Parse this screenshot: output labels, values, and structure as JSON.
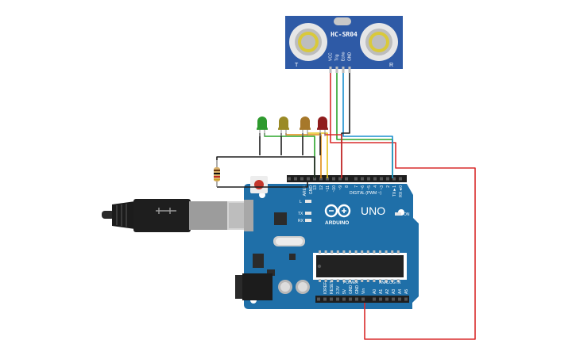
{
  "sensor": {
    "model": "HC-SR04",
    "pin_labels": [
      "VCC",
      "Trig",
      "Echo",
      "GND"
    ],
    "left_mark": "T",
    "right_mark": "R",
    "board_color": "#2e5aa6"
  },
  "leds": [
    {
      "color": "#2e9a2e"
    },
    {
      "color": "#9a8a26"
    },
    {
      "color": "#a6782a"
    },
    {
      "color": "#8f1c1c"
    }
  ],
  "arduino": {
    "board_color": "#1f6fa8",
    "brand": "ARDUINO",
    "model": "UNO",
    "on_label": "ON",
    "l_label": "L",
    "tx_label": "TX",
    "rx_label": "RX",
    "digital_label": "DIGITAL (PWM ~)",
    "power_label": "POWER",
    "analog_label": "ANALOG IN",
    "aref": "AREF",
    "gnd": "GND",
    "digital_pins": [
      "13",
      "12",
      "~11",
      "~10",
      "~9",
      "8",
      "7",
      "~6",
      "~5",
      "4",
      "~3",
      "2",
      "TX►1",
      "RX◄0"
    ],
    "power_pins": [
      "IOREF",
      "RESET",
      "3.3V",
      "5V",
      "GND",
      "GND",
      "Vin"
    ],
    "analog_pins": [
      "A0",
      "A1",
      "A2",
      "A3",
      "A4",
      "A5"
    ]
  },
  "wire_colors": {
    "red": "#d92b2b",
    "green": "#2aa52a",
    "blue": "#1a8fcf",
    "black": "#1e1e1e",
    "orange": "#e08a12",
    "yellow": "#e6c21a"
  }
}
